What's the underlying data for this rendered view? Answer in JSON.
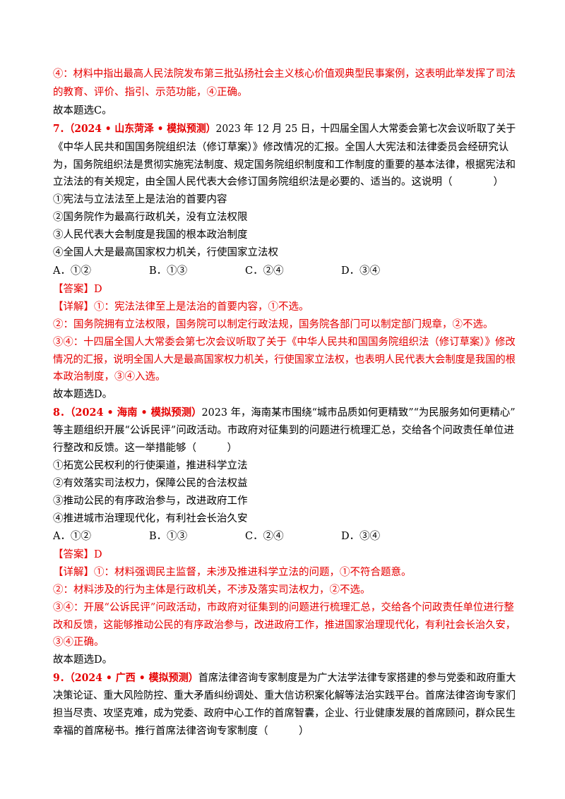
{
  "q6_tail": {
    "lines": [
      "④：材料中指出最高人民法院发布第三批弘扬社会主义核心价值观典型民事案例，这表明此举发挥了司法",
      "的教育、评价、指引、示范功能，④正确。"
    ],
    "conclusion": "故本题选C。"
  },
  "q7": {
    "number": "7．",
    "source": "（2024 • 山东菏泽 • 模拟预测）",
    "stem": [
      "2023 年 12 月 25 日，十四届全国人大常委会第七次会议听取了关于",
      "《中华人民共和国国务院组织法（修订草案）》修改情况的汇报。全国人大宪法和法律委员会经研究认",
      "为，国务院组织法是贯彻实施宪法制度、规定国务院组织制度和工作制度的重要的基本法律，根据宪法和",
      "立法法的有关规定，由全国人民代表大会修订国务院组织法是必要的、适当的。这说明（　　　　）"
    ],
    "items": [
      "①宪法与立法法至上是法治的首要内容",
      "②国务院作为最高行政机关，没有立法权限",
      "③人民代表大会制度是我国的根本政治制度",
      "④全国人大是最高国家权力机关，行使国家立法权"
    ],
    "options": [
      "A．①②",
      "B．①③",
      "C．②④",
      "D．③④"
    ],
    "answer": "【答案】D",
    "analysis": [
      "【详解】①：宪法法律至上是法治的首要内容，①不选。",
      "②：国务院拥有立法权限，国务院可以制定行政法规，国务院各部门可以制定部门规章，②不选。",
      "③④：十四届全国人大常委会第七次会议听取了关于《中华人民共和国国务院组织法（修订草案）》修改",
      "情况的汇报，说明全国人大是最高国家权力机关，行使国家立法权，也表明人民代表大会制度是我国的根",
      "本政治制度，③④入选。"
    ],
    "conclusion": "故本题选D。"
  },
  "q8": {
    "number": "8．",
    "source": "（2024 • 海南 • 模拟预测）",
    "stem": [
      "2023 年，海南某市围绕“城市品质如何更精致”“为民服务如何更精心”",
      "等主题组织开展“公诉民评”问政活动。市政府对征集到的问题进行梳理汇总，交给各个问政责任单位进",
      "行整改和反馈。这一举措能够（　　　）"
    ],
    "items": [
      "①拓宽公民权利的行使渠道，推进科学立法",
      "②有效落实司法权力，保障公民的合法权益",
      "③推动公民的有序政治参与，改进政府工作",
      "④推进城市治理现代化，有利社会长治久安"
    ],
    "options": [
      "A．①②",
      "B．①③",
      "C．②④",
      "D．③④"
    ],
    "answer": "【答案】D",
    "analysis": [
      "【详解】①：材料强调民主监督，未涉及推进科学立法的问题，①不符合题意。",
      "②：材料涉及的行为主体是行政机关，不涉及落实司法权力，②不选。",
      "③④：开展“公诉民评”问政活动，市政府对征集到的问题进行梳理汇总，交给各个问政责任单位进行整",
      "改和反馈，这能够推动公民的有序政治参与，改进政府工作，推进国家治理现代化，有利社会长治久安，",
      "③④正确。"
    ],
    "conclusion": "故本题选D。"
  },
  "q9": {
    "number": "9．",
    "source": "（2024 • 广西 • 模拟预测）",
    "stem": [
      "首席法律咨询专家制度是为广大法学法律专家搭建的参与党委和政府重大",
      "决策论证、重大风险防控、重大矛盾纠纷调处、重大信访积案化解等法治实践平台。首席法律咨询专家们",
      "担当尽责、攻坚克难，成为党委、政府中心工作的首席智囊，企业、行业健康发展的首席顾问，群众民生",
      "幸福的首席秘书。推行首席法律咨询专家制度（　　　）"
    ]
  },
  "colors": {
    "highlight": "#e60000",
    "text": "#000000"
  }
}
